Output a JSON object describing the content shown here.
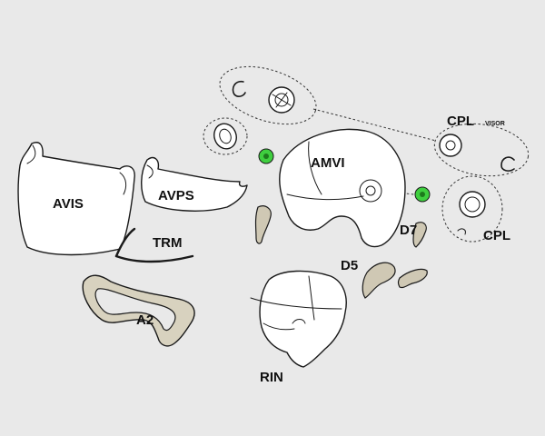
{
  "labels": {
    "avis": "AVIS",
    "avps": "AVPS",
    "trm": "TRM",
    "a2": "A2",
    "amvi": "AMVI",
    "d7": "D7",
    "d5": "D5",
    "cpl": "CPL",
    "cpl_visor_main": "CPL",
    "cpl_visor_sub": "VISOR",
    "rin": "RIN"
  },
  "colors": {
    "background": "#e9e9e9",
    "line": "#1a1a1a",
    "part_fill": "#ffffff",
    "a2_fill": "#d8d2bf",
    "small_part_fill": "#cfc8b4",
    "green_clip": "#3fcf3f"
  }
}
